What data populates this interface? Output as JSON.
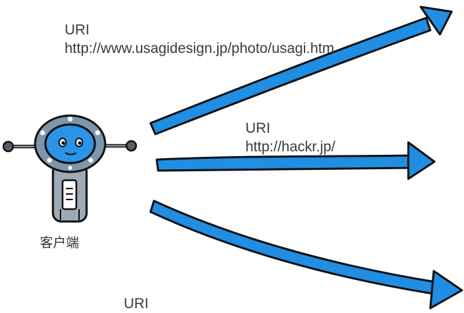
{
  "client": {
    "label": "客户端"
  },
  "requests": [
    {
      "uri_word": "URI",
      "url": "http://www.usagidesign.jp/photo/usagi.htm"
    },
    {
      "uri_word": "URI",
      "url": "http://hackr.jp/"
    },
    {
      "uri_word": "URI",
      "url": ""
    }
  ],
  "colors": {
    "arrow": "#1f8ee3",
    "outline": "#111111",
    "robot_body": "#7d96ad",
    "robot_face": "#2b93e8",
    "robot_leg": "#9eaab6"
  }
}
